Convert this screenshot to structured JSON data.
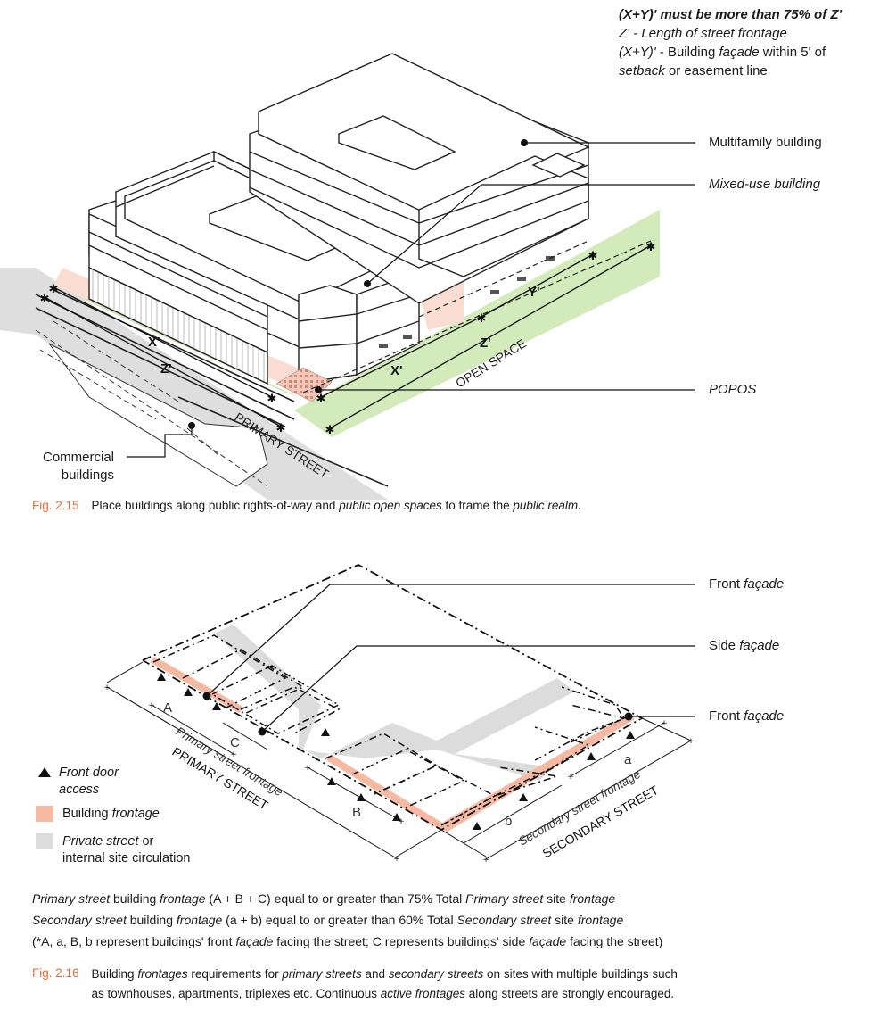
{
  "fig1": {
    "note": {
      "line1": "(X+Y)' must be more than 75% of Z'",
      "line2": "Z' - Length of street frontage",
      "line3_a": "(X+Y)'",
      "line3_b": " - Building ",
      "line3_c": "façade",
      "line3_d": " within 5' of",
      "line4_a": "setback",
      "line4_b": " or easement line"
    },
    "callouts": {
      "multifamily": "Multifamily building",
      "mixed_use": "Mixed-use building",
      "popos": "POPOS",
      "commercial_1": "Commercial",
      "commercial_2": "buildings"
    },
    "dims": {
      "x_left": "X'",
      "z_left": "Z'",
      "x_right": "X'",
      "y_right": "Y'",
      "z_right": "Z'"
    },
    "street_labels": {
      "open_space": "OPEN SPACE",
      "primary_street": "PRIMARY STREET"
    },
    "caption": {
      "number": "Fig. 2.15",
      "text_a": "Place buildings along public rights-of-way and ",
      "text_b": "public open spaces",
      "text_c": " to frame the ",
      "text_d": "public realm.",
      "text_e": ""
    }
  },
  "fig2": {
    "callouts": {
      "front_facade_top_a": "Front ",
      "front_facade_top_b": "façade",
      "side_facade_a": "Side ",
      "side_facade_b": "façade",
      "front_facade_right_a": "Front ",
      "front_facade_right_b": "façade"
    },
    "dims": {
      "A": "A",
      "C": "C",
      "B": "B",
      "b": "b",
      "a": "a"
    },
    "street_labels": {
      "primary_frontage": "Primary street frontage",
      "primary_street": "PRIMARY STREET",
      "secondary_frontage": "Secondary street frontage",
      "secondary_street": "SECONDARY STREET"
    },
    "legend": {
      "door_a": "Front door",
      "door_b": "access",
      "frontage_a": "Building ",
      "frontage_b": "frontage",
      "private_a": "Private street",
      "private_b": " or",
      "private_c": "internal site circulation"
    },
    "requirements": {
      "r1_a": "Primary street",
      "r1_b": " building ",
      "r1_c": "frontage",
      "r1_d": " (A + B + C) equal to or greater than 75% Total ",
      "r1_e": "Primary street",
      "r1_f": " site ",
      "r1_g": "frontage",
      "r2_a": "Secondary street",
      "r2_b": " building ",
      "r2_c": "frontage",
      "r2_d": " (a + b) equal to or greater than  60% Total ",
      "r2_e": "Secondary street",
      "r2_f": " site ",
      "r2_g": "frontage",
      "r3_a": "(*A, a, B, b represent buildings' front ",
      "r3_b": "façade",
      "r3_c": " facing the street; C represents buildings' side ",
      "r3_d": "façade",
      "r3_e": " facing the street)"
    },
    "caption": {
      "number": "Fig. 2.16",
      "t1": "Building ",
      "t2": "frontages",
      "t3": " requirements for ",
      "t4": "primary streets",
      "t5": " and ",
      "t6": "secondary streets",
      "t7": " on sites with multiple buildings such",
      "t8": "as townhouses, apartments, triplexes etc. Continuous ",
      "t9": "active frontages",
      "t10": " along streets are strongly encouraged."
    }
  },
  "colors": {
    "accent": "#e0703a",
    "open_space": "#d3ebbb",
    "frontage": "#f6b9a4",
    "private_street": "#dcdcdc",
    "road": "#dedede"
  }
}
